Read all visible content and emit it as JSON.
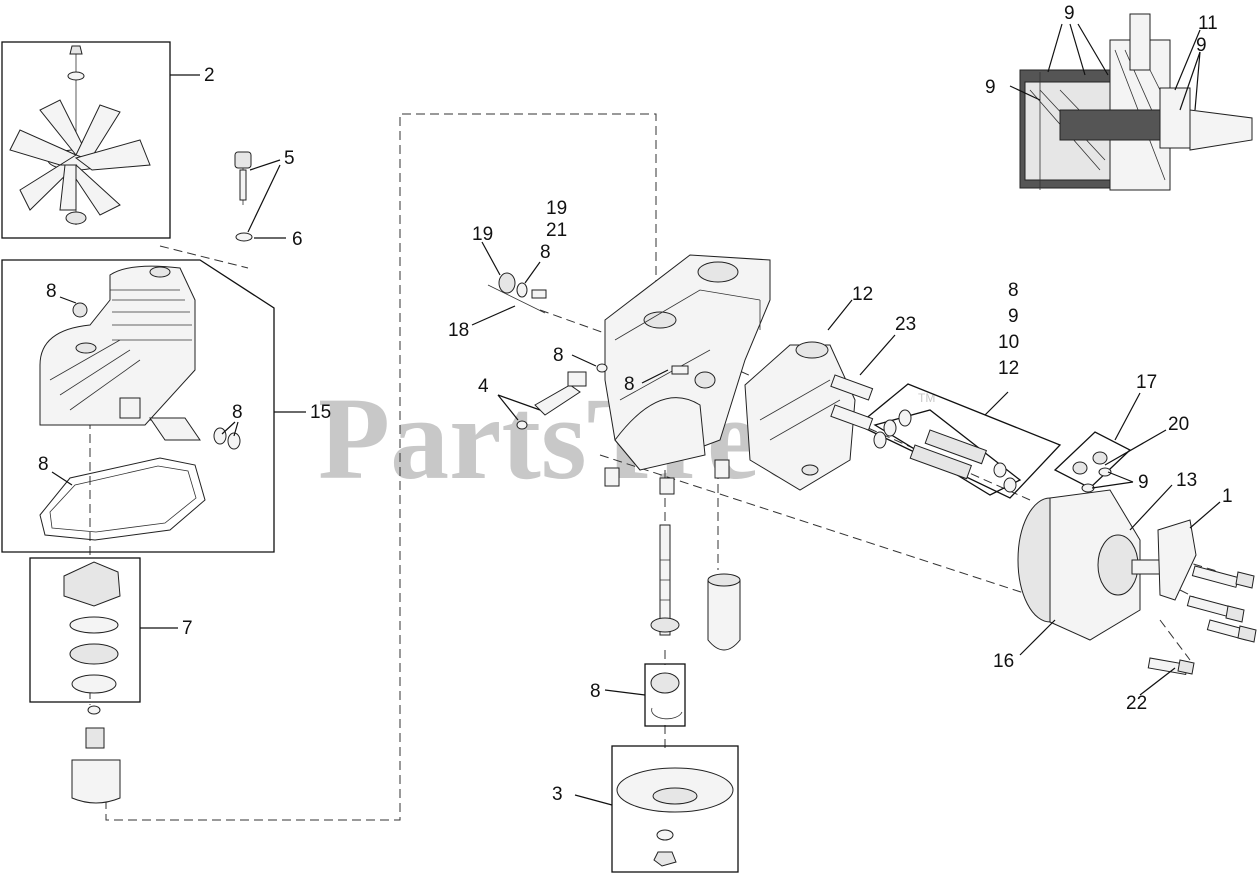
{
  "watermark": {
    "text": "PartsTree",
    "tm": "TM"
  },
  "callouts": {
    "c2": "2",
    "c5": "5",
    "c6": "6",
    "c8a": "8",
    "c8b": "8",
    "c8c": "8",
    "c15": "15",
    "c7": "7",
    "c19a": "19",
    "c21": "21",
    "c8d": "8",
    "c19b": "19",
    "c18": "18",
    "c8e": "8",
    "c4": "4",
    "c8f": "8",
    "c8g": "8",
    "c3": "3",
    "c12a": "12",
    "c23": "23",
    "c8h": "8",
    "c9a": "9",
    "c10": "10",
    "c12b": "12",
    "c17": "17",
    "c20": "20",
    "c9b": "9",
    "c13": "13",
    "c1": "1",
    "c16": "16",
    "c22": "22",
    "c9c": "9",
    "c11": "11",
    "c9d": "9",
    "c9e": "9"
  }
}
